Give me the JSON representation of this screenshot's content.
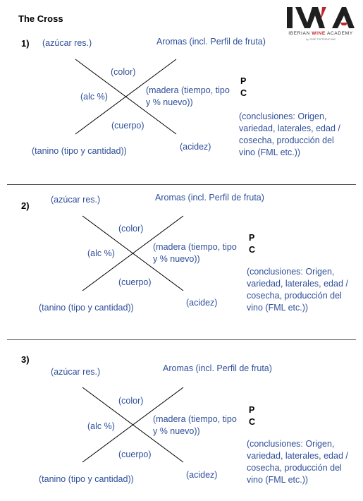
{
  "title": "The Cross",
  "logo": {
    "mark": "IWA",
    "line_before": "IBERIAN ",
    "line_highlight": "WINE",
    "line_after": " ACADEMY",
    "sub": "by JOSÉ TOFTERUP MW",
    "colors": {
      "dark": "#1f1f1f",
      "accent": "#c0272d"
    }
  },
  "colors": {
    "label_blue": "#2f4f9a"
  },
  "sections": [
    {
      "number": "1)",
      "azucar": "(azúcar res.)",
      "aromas": "Aromas (incl. Perfil de fruta)",
      "color": "(color)",
      "alc": "(alc %)",
      "madera": "(madera (tiempo, tipo y % nuevo))",
      "cuerpo": "(cuerpo)",
      "tanino": "(tanino (tipo y cantidad))",
      "acidez": "(acidez)",
      "p": "P",
      "c": "C",
      "conclusiones": "(conclusiones: Origen, variedad, laterales, edad / cosecha, producción del vino (FML etc.))"
    },
    {
      "number": "2)",
      "azucar": "(azúcar res.)",
      "aromas": "Aromas (incl. Perfil de fruta)",
      "color": "(color)",
      "alc": "(alc %)",
      "madera": "(madera (tiempo, tipo y % nuevo))",
      "cuerpo": "(cuerpo)",
      "tanino": "(tanino (tipo y cantidad))",
      "acidez": "(acidez)",
      "p": "P",
      "c": "C",
      "conclusiones": "(conclusiones: Origen, variedad, laterales, edad / cosecha, producción del vino (FML etc.))"
    },
    {
      "number": "3)",
      "azucar": "(azúcar res.)",
      "aromas": "Aromas (incl. Perfil de fruta)",
      "color": "(color)",
      "alc": "(alc %)",
      "madera": "(madera (tiempo, tipo y % nuevo))",
      "cuerpo": "(cuerpo)",
      "tanino": "(tanino (tipo y cantidad))",
      "acidez": "(acidez)",
      "p": "P",
      "c": "C",
      "conclusiones": "(conclusiones: Origen, variedad, laterales, edad / cosecha, producción del vino (FML etc.))"
    }
  ]
}
